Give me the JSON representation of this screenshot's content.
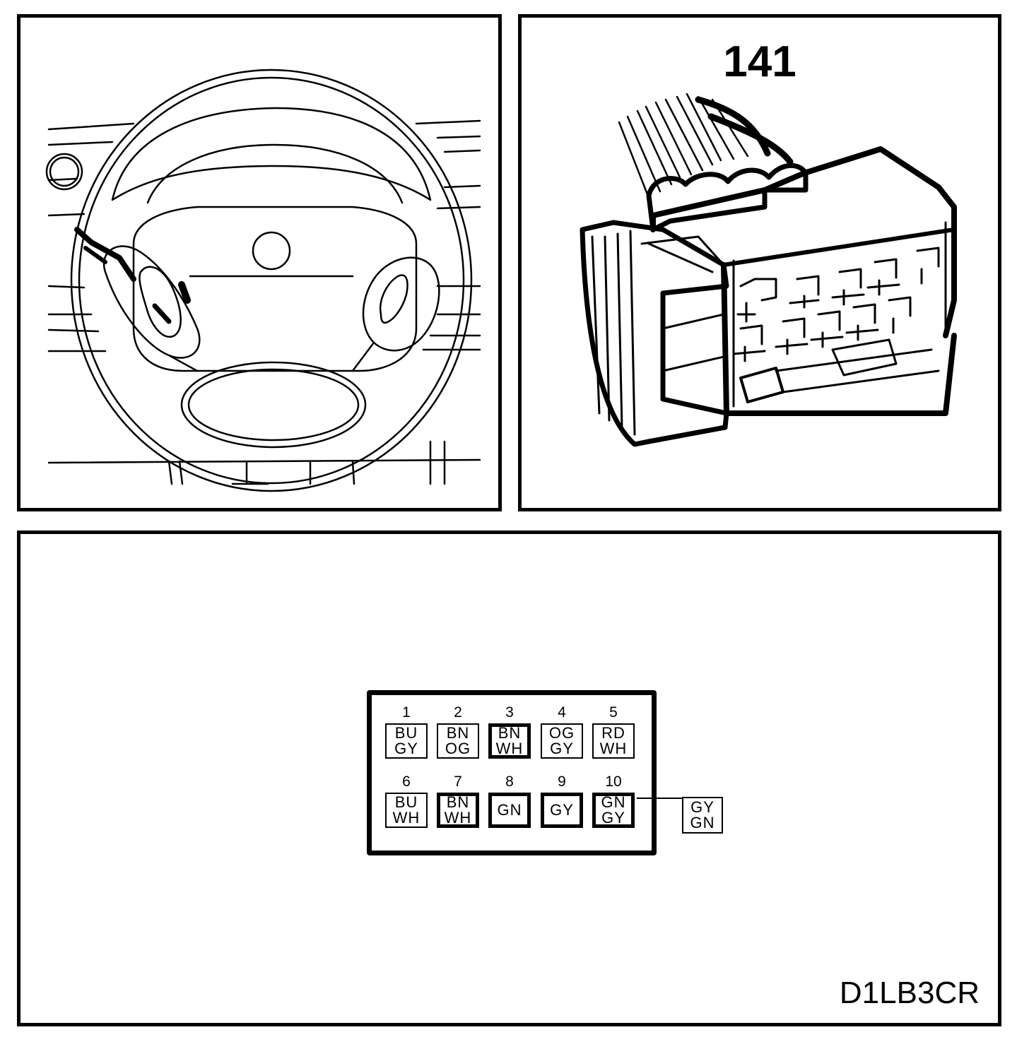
{
  "connector": {
    "number": "141"
  },
  "doc_code": "D1LB3CR",
  "pins": [
    {
      "num": "1",
      "colors": [
        "BU",
        "GY"
      ],
      "heavy": false
    },
    {
      "num": "2",
      "colors": [
        "BN",
        "OG"
      ],
      "heavy": false
    },
    {
      "num": "3",
      "colors": [
        "BN",
        "WH"
      ],
      "heavy": true
    },
    {
      "num": "4",
      "colors": [
        "OG",
        "GY"
      ],
      "heavy": false
    },
    {
      "num": "5",
      "colors": [
        "RD",
        "WH"
      ],
      "heavy": false
    },
    {
      "num": "6",
      "colors": [
        "BU",
        "WH"
      ],
      "heavy": false
    },
    {
      "num": "7",
      "colors": [
        "BN",
        "WH"
      ],
      "heavy": true
    },
    {
      "num": "8",
      "colors": [
        "GN"
      ],
      "heavy": true
    },
    {
      "num": "9",
      "colors": [
        "GY"
      ],
      "heavy": true
    },
    {
      "num": "10",
      "colors": [
        "GN",
        "GY"
      ],
      "heavy": true
    }
  ],
  "external_wire": {
    "colors": [
      "GY",
      "GN"
    ]
  }
}
